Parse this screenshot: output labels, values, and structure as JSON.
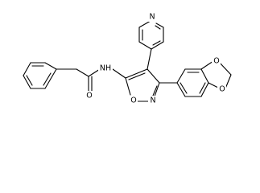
{
  "molecule": {
    "atom_labels": {
      "n_pyridine": "N",
      "amide_nh": "NH",
      "amide_o": "O",
      "isoxazole_o": "O",
      "isoxazole_n": "N",
      "dioxole_o_upper": "O",
      "dioxole_o_lower": "O"
    }
  }
}
